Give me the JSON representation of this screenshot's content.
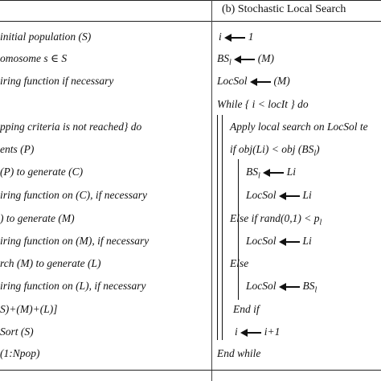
{
  "right_header": "(b)  Stochastic Local Search",
  "left_lines": [
    "initial population (S)",
    "omosome s ∈ S",
    "iring function if necessary",
    "pping criteria is not reached} do",
    "ents (P)",
    "(P) to generate (C)",
    "iring function on (C), if necessary",
    ") to generate (M)",
    "iring function on (M), if necessary",
    "rch (M) to generate (L)",
    "iring function on (L), if necessary",
    "S)+(M)+(L)]",
    "Sort (S)",
    "(1:Npop)"
  ],
  "right": {
    "l1_a": "i",
    "l1_b": "1",
    "l2_a": "BS",
    "l2_sub": "l",
    "l2_b": "(M)",
    "l3_a": "LocSol",
    "l3_b": "(M)",
    "l4": "While { i < locIt } do",
    "l5": "Apply local search on LocSol te",
    "l6_a": "if obj(Li) < obj (BS",
    "l6_sub": "l",
    "l6_b": ")",
    "l7_a": "BS",
    "l7_sub": "l",
    "l7_b": "Li",
    "l8_a": "LocSol",
    "l8_b": "Li",
    "l9_a": "Else if rand(0,1) < p",
    "l9_sub": "l",
    "l10_a": "LocSol",
    "l10_b": "Li",
    "l11": "Else",
    "l12_a": "LocSol",
    "l12_b": "BS",
    "l12_sub": "l",
    "l13": "End if",
    "l14_a": "i",
    "l14_b": "i+1",
    "l15": "End while"
  }
}
